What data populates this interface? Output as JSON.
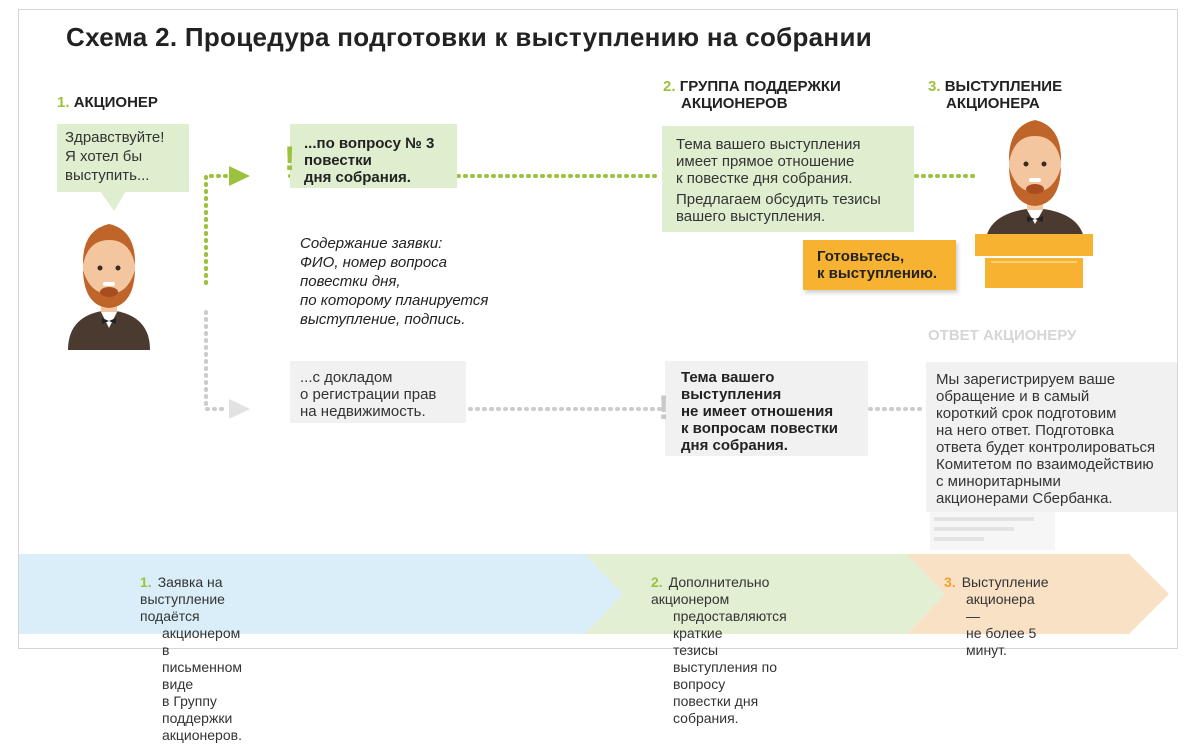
{
  "title": "Схема 2. Процедура подготовки к выступлению на собрании",
  "headers": {
    "shareholder_num": "1.",
    "shareholder": "АКЦИОНЕР",
    "support_num": "2.",
    "support_line1": "ГРУППА ПОДДЕРЖКИ",
    "support_line2": "АКЦИОНЕРОВ",
    "speech_num": "3.",
    "speech_line1": "ВЫСТУПЛЕНИЕ",
    "speech_line2": "АКЦИОНЕРА",
    "reply": "ОТВЕТ АКЦИОНЕРУ"
  },
  "bubble": {
    "line1": "Здравствуйте!",
    "line2": "Я хотел бы",
    "line3": "выступить..."
  },
  "question": {
    "excl": "!",
    "line1": "...по вопросу № 3",
    "line2": "повестки",
    "line3": "дня собрания."
  },
  "application": {
    "line1": "Содержание заявки:",
    "line2": "ФИО, номер вопроса",
    "line3": "повестки дня,",
    "line4": "по которому планируется",
    "line5": "выступление, подпись."
  },
  "relevant": {
    "line1": "Тема вашего выступления",
    "line2": "имеет прямое отношение",
    "line3": "к повестке дня собрания.",
    "line4": "Предлагаем обсудить тезисы",
    "line5": "вашего выступления."
  },
  "prepare": {
    "line1": "Готовьтесь,",
    "line2": "к выступлению."
  },
  "report": {
    "line1": "...с докладом",
    "line2": "о регистрации прав",
    "line3": "на недвижимость."
  },
  "irrelevant": {
    "excl": "!",
    "line1": "Тема вашего",
    "line2": "выступления",
    "line3": "не имеет отношения",
    "line4": "к вопросам повестки",
    "line5": "дня собрания."
  },
  "answer": {
    "line1": "Мы зарегистрируем ваше",
    "line2": "обращение и в самый",
    "line3": "короткий срок подготовим",
    "line4": "на него ответ. Подготовка",
    "line5": "ответа будет контролироваться",
    "line6": "Комитетом по взаимодействию",
    "line7": "с миноритарными",
    "line8": "акционерами Сбербанка."
  },
  "steps": [
    {
      "num": "1.",
      "line1": "Заявка на выступление подаётся",
      "line2": "акционером в письменном виде",
      "line3": "в Группу поддержки акционеров."
    },
    {
      "num": "2.",
      "line1": "Дополнительно акционером",
      "line2": "предоставляются краткие",
      "line3": "тезисы выступления по вопросу",
      "line4": "повестки дня собрания."
    },
    {
      "num": "3.",
      "line1": "Выступление",
      "line2": "акционера —",
      "line3": "не более 5 минут."
    }
  ],
  "colors": {
    "green": "#9bc23c",
    "light_green": "#dfeecf",
    "orange": "#f7b231",
    "blue": "#d9eef8",
    "peach": "#f8e1c4",
    "gray": "#f1f1f1",
    "dots_gray": "#cccccc"
  }
}
